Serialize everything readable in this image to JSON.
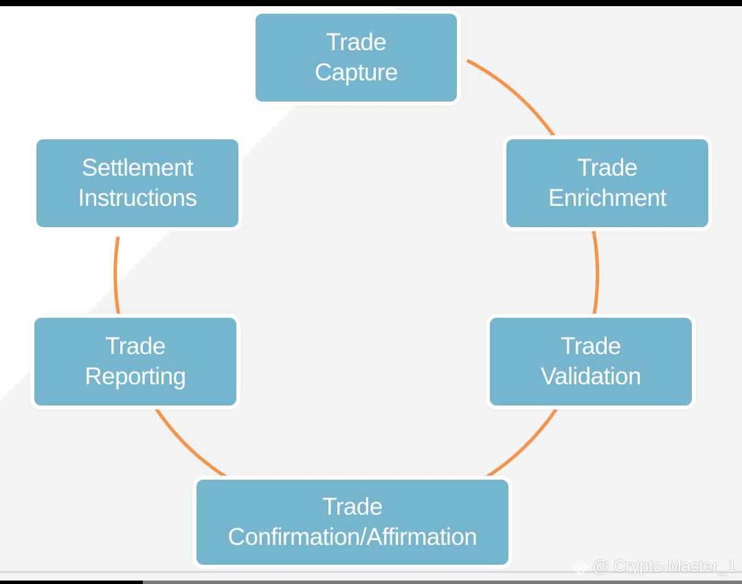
{
  "diagram": {
    "nodes": [
      {
        "id": "capture",
        "line1": "Trade",
        "line2": "Capture"
      },
      {
        "id": "enrichment",
        "line1": "Trade",
        "line2": "Enrichment"
      },
      {
        "id": "validation",
        "line1": "Trade",
        "line2": "Validation"
      },
      {
        "id": "confirmation",
        "line1": "Trade",
        "line2": "Confirmation/Affirmation"
      },
      {
        "id": "reporting",
        "line1": "Trade",
        "line2": "Reporting"
      },
      {
        "id": "settlement",
        "line1": "Settlement",
        "line2": "Instructions"
      }
    ],
    "connector_color": "#f5934a",
    "box_color": "#75b5cd"
  },
  "watermark": {
    "text": "@ Crypto-Master_1"
  }
}
